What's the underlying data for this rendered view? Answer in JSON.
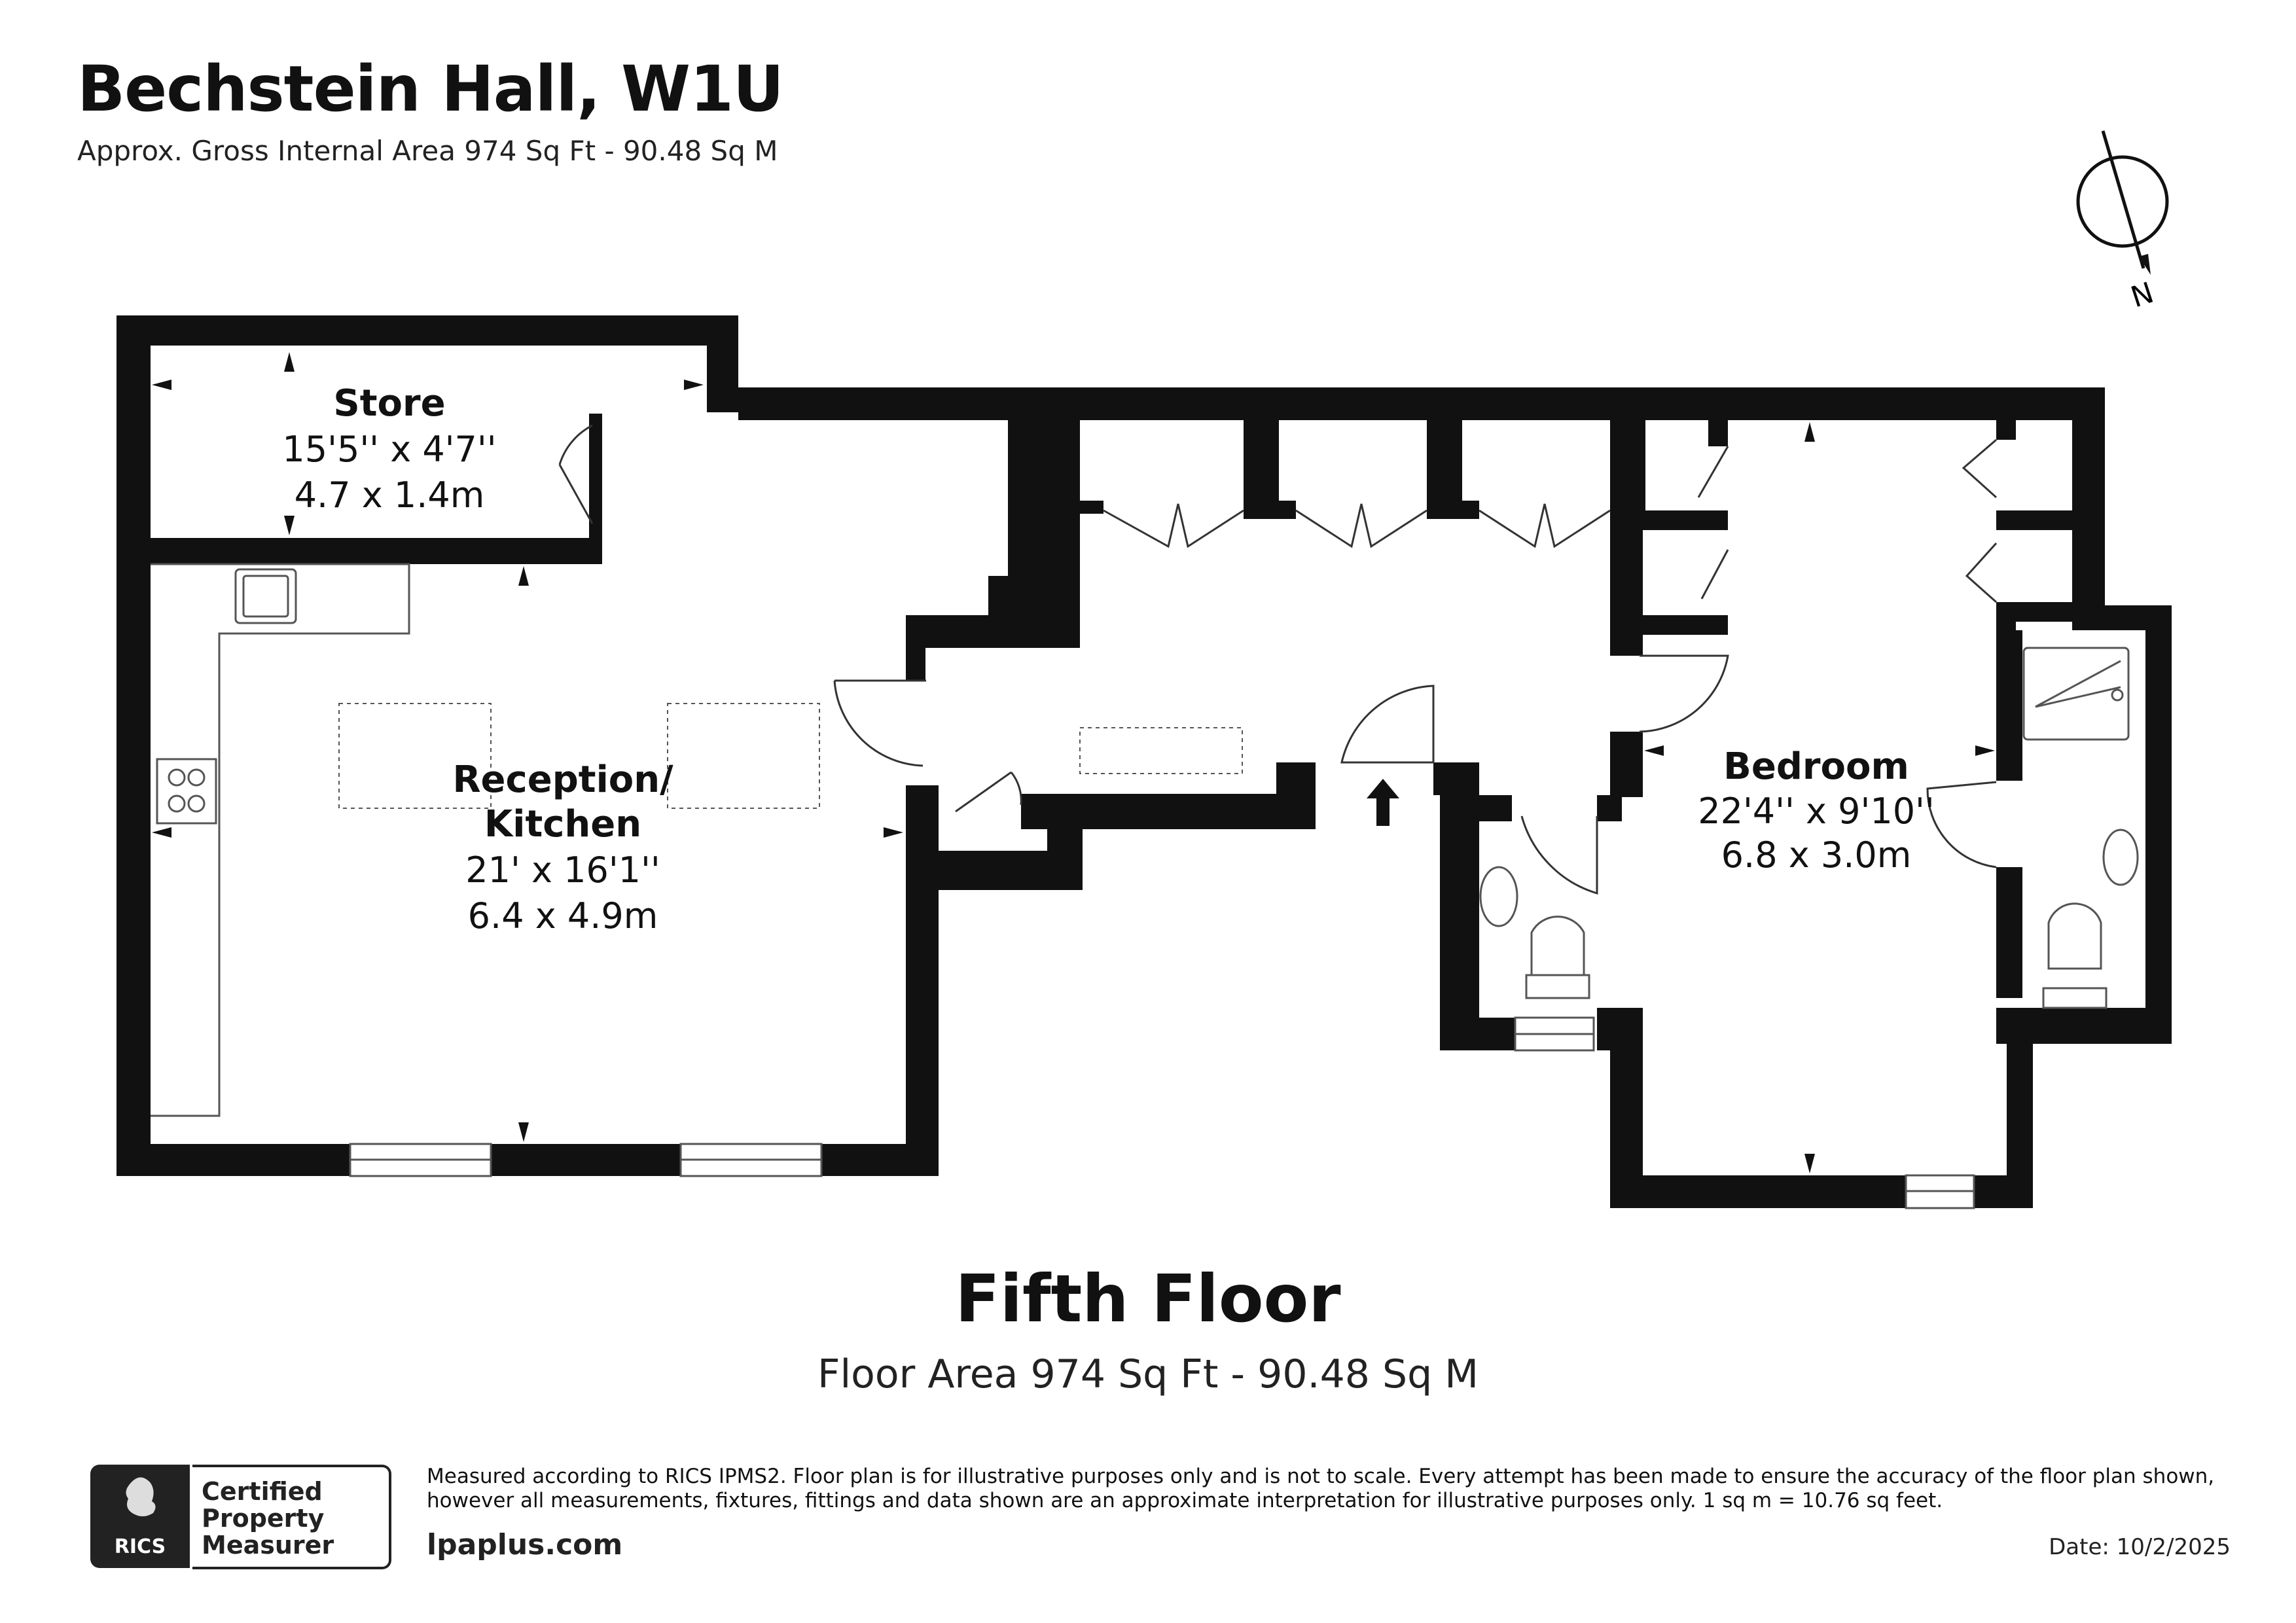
{
  "header": {
    "title": "Bechstein Hall, W1U",
    "subtitle": "Approx. Gross Internal Area 974 Sq Ft - 90.48 Sq M"
  },
  "compass": {
    "label": "N"
  },
  "rooms": {
    "store": {
      "name": "Store",
      "imperial": "15'5'' x 4'7''",
      "metric": "4.7 x 1.4m"
    },
    "reception": {
      "name_line1": "Reception/",
      "name_line2": "Kitchen",
      "imperial": "21' x 16'1''",
      "metric": "6.4 x 4.9m"
    },
    "bedroom": {
      "name": "Bedroom",
      "imperial": "22'4'' x 9'10''",
      "metric": "6.8 x 3.0m"
    }
  },
  "floor": {
    "title": "Fifth Floor",
    "area": "Floor Area 974 Sq Ft - 90.48 Sq M"
  },
  "footer": {
    "badge": {
      "org": "RICS",
      "line1": "Certified",
      "line2": "Property",
      "line3": "Measurer"
    },
    "disclaimer": "Measured according to RICS IPMS2. Floor plan is for illustrative purposes only and is not to scale. Every attempt has been made to ensure the accuracy of the floor plan shown, however all measurements, fixtures, fittings and data shown are an approximate interpretation for illustrative purposes only. 1 sq m = 10.76 sq feet.",
    "website": "lpaplus.com",
    "date": "Date: 10/2/2025"
  },
  "colors": {
    "wall": "#111111",
    "fixture": "#555555",
    "background": "#ffffff"
  }
}
